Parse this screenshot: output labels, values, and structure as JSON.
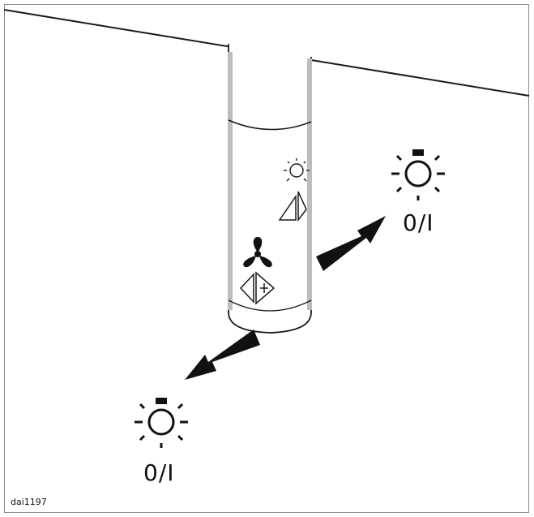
{
  "figure": {
    "id": "dai1197",
    "lamp_right_label": "0/I",
    "lamp_left_label": "0/I"
  },
  "icons": {
    "lamp": "light-bulb-icon",
    "fan": "fan-icon",
    "arrow_right": "arrow-upper-right-icon",
    "arrow_left": "arrow-lower-left-icon"
  },
  "colors": {
    "line": "#1a1a1a",
    "frame": "#8a8a8a",
    "fill": "#111111"
  }
}
